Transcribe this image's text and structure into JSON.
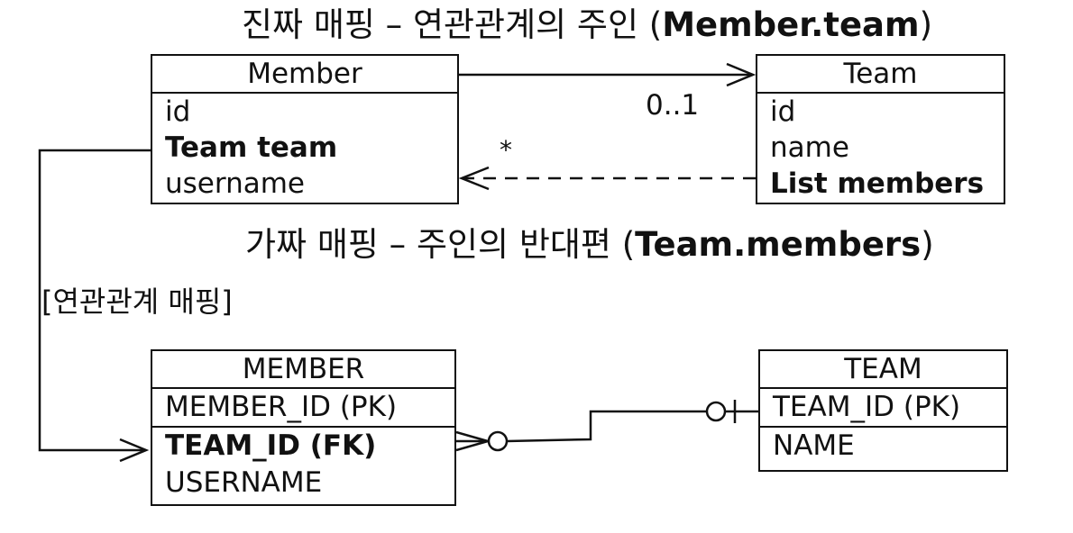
{
  "real_mapping": {
    "prefix": "진짜 매핑 – 연관관계의 주인 (",
    "emph": "Member.team",
    "suffix": ")"
  },
  "fake_mapping": {
    "prefix": "가짜 매핑 – 주인의 반대편 (",
    "emph": "Team.members",
    "suffix": ")"
  },
  "association_label": "[연관관계 매핑]",
  "member_class": {
    "title": "Member",
    "fields": [
      "id",
      "Team team",
      "username"
    ]
  },
  "team_class": {
    "title": "Team",
    "fields": [
      "id",
      "name",
      "List members"
    ]
  },
  "multiplicity": {
    "to_team": "0..1",
    "to_member": "*"
  },
  "member_table": {
    "title": "MEMBER",
    "pk": "MEMBER_ID (PK)",
    "columns": [
      "TEAM_ID (FK)",
      "USERNAME"
    ]
  },
  "team_table": {
    "title": "TEAM",
    "pk": "TEAM_ID (PK)",
    "columns": [
      "NAME"
    ]
  }
}
